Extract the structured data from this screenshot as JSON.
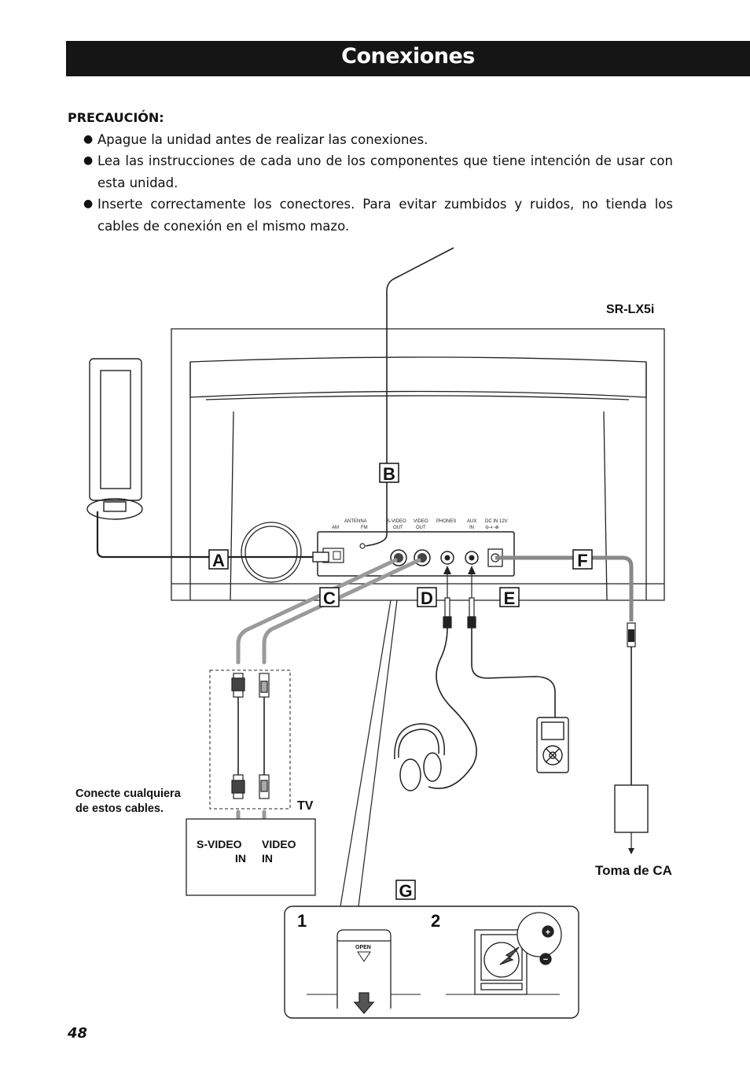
{
  "header": {
    "title": "Conexiones"
  },
  "caution": {
    "heading": "PRECAUCIÓN:",
    "items": [
      "Apague la unidad antes de realizar las conexiones.",
      "Lea las instrucciones de cada uno de los componentes que tiene intención de usar con esta unidad.",
      "Inserte correctamente los conectores. Para evitar zumbidos y ruidos, no tienda los cables de conexión en el mismo mazo."
    ],
    "bullet_icon": "filled-circle"
  },
  "diagram": {
    "model": "SR-LX5i",
    "panel_labels": {
      "antenna": "ANTENNA",
      "am": "AM",
      "fm": "FM",
      "svideo_out": [
        "S-VIDEO",
        "OUT"
      ],
      "video_out": [
        "VIDEO",
        "OUT"
      ],
      "phones": "PHONES",
      "aux_in": [
        "AUX",
        "IN"
      ],
      "dc_in": [
        "DC IN 12V",
        "⊖-◐-⊕"
      ]
    },
    "callouts": [
      "A",
      "B",
      "C",
      "D",
      "E",
      "F",
      "G"
    ],
    "tv_label": "TV",
    "tv_inputs": [
      "S-VIDEO",
      "IN",
      "VIDEO",
      "IN"
    ],
    "cable_note": [
      "Conecte cualquiera",
      "de estos cables."
    ],
    "ac_outlet": "Toma de CA",
    "steps": [
      "1",
      "2"
    ],
    "open_label": "OPEN",
    "battery_plus": "+",
    "battery_minus": "−"
  },
  "footer": {
    "page_number": "48"
  }
}
